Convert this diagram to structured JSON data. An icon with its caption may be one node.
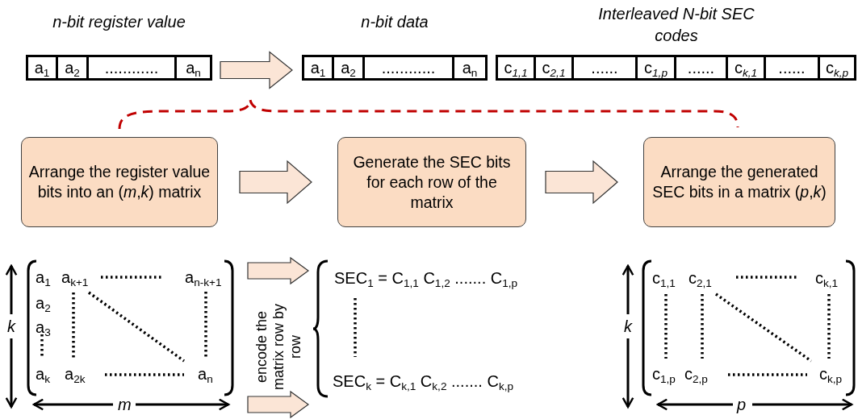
{
  "diagram": {
    "nodes": [
      {
        "text": [
          "n-bit register value"
        ]
      },
      {
        "text": [
          "a$_{1}$"
        ],
        "in": 0
      },
      {
        "text": [
          "............"
        ],
        "in": 0
      },
      {
        "text": [
          "a$_{2}$"
        ],
        "in": 0
      },
      {
        "text": [
          "a$_{n}$"
        ],
        "in": 0
      },
      {
        "text": [
          "n-bit data"
        ]
      },
      {
        "text": [
          "a$_{1}$"
        ],
        "in": 5
      },
      {
        "text": [
          "a$_{2}$"
        ],
        "in": 5
      },
      {
        "text": [
          "............"
        ],
        "in": 5
      },
      {
        "text": [
          "a$_{n}$"
        ],
        "in": 5
      },
      {
        "text": [
          "Interleaved N-bit SEC codes"
        ]
      },
      {
        "text": [
          "c$_{1,1}$"
        ],
        "in": 10
      },
      {
        "text": [
          "c$_{2,1}$"
        ],
        "in": 10
      },
      {
        "text": [
          "......"
        ],
        "in": 10
      },
      {
        "text": [
          "c$_{1,p}$"
        ],
        "in": 10
      },
      {
        "text": [
          "......"
        ],
        "in": 10
      },
      {
        "text": [
          "c$_{k,1}$"
        ],
        "in": 10
      },
      {
        "text": [
          "......"
        ],
        "in": 10
      },
      {
        "text": [
          "c$_{k,p}$"
        ],
        "in": 10
      },
      {
        "text": [
          "Arrange the register value bits into an (*m*,*k*) matrix"
        ]
      },
      {
        "text": [
          "Generate the SEC bits for each row of the matrix"
        ]
      },
      {
        "text": [
          "Arrange the generated SEC bits in a matrix (*p*,*k*)"
        ]
      },
      {
        "text": [
          "a$_{1}$",
          "a$_{k+1}$",
          "a$_{n-k+1}$",
          "a$_{2}$",
          "a$_{3}$",
          "a$_{k}$",
          "a$_{2k}$",
          "a$_{n}$"
        ]
      },
      {
        "text": [
          "SEC$_{1}$ = C$_{1,1}$  C$_{1,2}$ .......  C$_{1,p}$",
          "SEC$_{k}$ = C$_{k,1}$  C$_{k,2}$  ....... C$_{k,p}$"
        ]
      },
      {
        "text": [
          "c$_{1,1}$",
          "c$_{2,1}$",
          "c$_{k,1}$",
          "c$_{1,p}$",
          "c$_{2,p}$",
          "c$_{k,p}$"
        ]
      }
    ],
    "edges": [
      {
        "from": 0,
        "to": 5,
        "arrow": "to"
      },
      {
        "from": 19,
        "to": 20,
        "arrow": "to"
      },
      {
        "from": 20,
        "to": 21,
        "arrow": "to"
      },
      {
        "from": 22,
        "to": 23,
        "arrow": "to"
      },
      {
        "from": 22,
        "to": 23,
        "arrow": "to"
      }
    ],
    "labels": [
      "encode the matrix row by row",
      "k",
      "m",
      "k",
      "p"
    ]
  }
}
